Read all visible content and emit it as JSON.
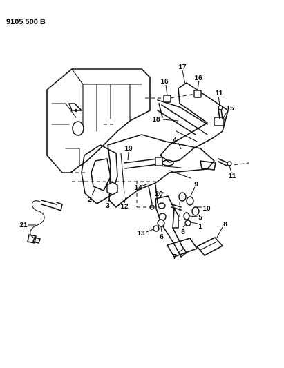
{
  "diagram_code": "9105 500 B",
  "callouts": [
    "1",
    "2",
    "3",
    "4",
    "5",
    "6",
    "6",
    "7",
    "8",
    "9",
    "10",
    "11",
    "11",
    "12",
    "13",
    "14",
    "15",
    "16",
    "16",
    "17",
    "18",
    "19",
    "20",
    "21"
  ]
}
